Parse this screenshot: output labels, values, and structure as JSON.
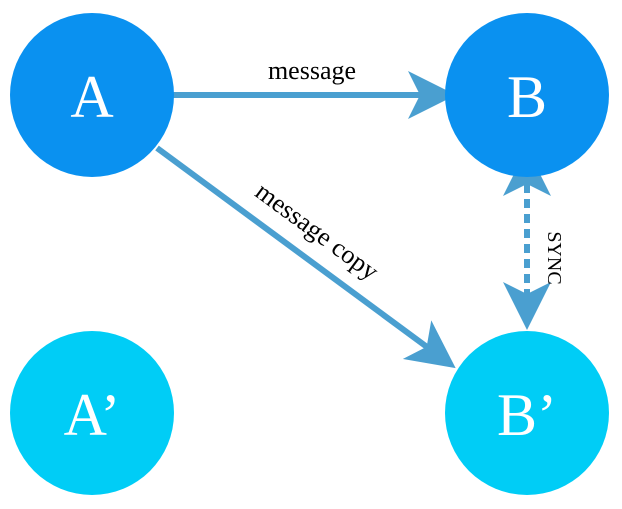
{
  "colors": {
    "primary_node": "#0a91f0",
    "replica_node": "#00cdf6",
    "arrow": "#4a9fd0",
    "label_text": "#000000",
    "node_text": "#ffffff"
  },
  "nodes": {
    "a": {
      "label": "A"
    },
    "b": {
      "label": "B"
    },
    "a_prime": {
      "label": "A’"
    },
    "b_prime": {
      "label": "B’"
    }
  },
  "edges": {
    "message": {
      "label": "message"
    },
    "message_copy": {
      "label": "message copy"
    },
    "sync": {
      "label": "SYNC"
    }
  }
}
